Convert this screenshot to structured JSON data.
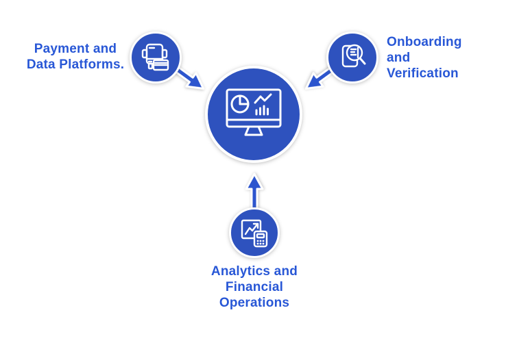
{
  "diagram": {
    "type": "hub-and-spoke infographic",
    "colors": {
      "background": "#ffffff",
      "node_fill": "#2e52be",
      "node_ring": "#ffffff",
      "arrow_fill": "#2c55ce",
      "arrow_outline": "#ffffff",
      "label_text": "#2857d6",
      "icon_stroke": "#ffffff"
    },
    "center_node": {
      "icon": "analytics-dashboard-monitor-icon"
    },
    "nodes": {
      "payments": {
        "label": "Payment and\nData Platforms.",
        "icon": "payment-terminal-card-icon",
        "arrow": "points-to-center-down-right"
      },
      "onboarding": {
        "label": "Onboarding\nand\nVerification",
        "icon": "document-magnifier-icon",
        "arrow": "points-to-center-down-left"
      },
      "analytics": {
        "label": "Analytics and\nFinancial\nOperations",
        "icon": "growth-chart-calculator-icon",
        "arrow": "points-to-center-up"
      }
    }
  }
}
